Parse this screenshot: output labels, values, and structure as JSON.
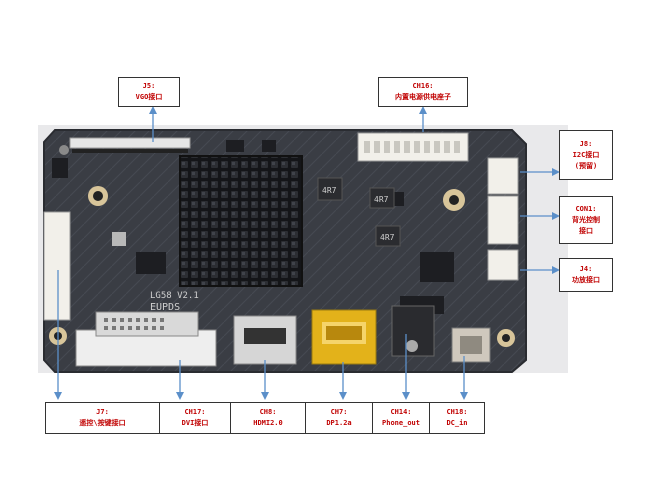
{
  "labels": {
    "j5": {
      "title": "J5:",
      "desc": "VGO接口"
    },
    "ch16": {
      "title": "CH16:",
      "desc": "内置电源供电座子"
    },
    "j8": {
      "title": "J8:",
      "desc": "I2C接口",
      "note": "(预留)"
    },
    "con1": {
      "title": "CON1:",
      "desc": "背光控制",
      "desc2": "接口"
    },
    "j4": {
      "title": "J4:",
      "desc": "功放接口"
    }
  },
  "bottom": [
    {
      "title": "J7:",
      "desc": "遥控\\按键接口"
    },
    {
      "title": "CH17:",
      "desc": "DVI接口"
    },
    {
      "title": "CH8:",
      "desc": "HDMI2.0"
    },
    {
      "title": "CH7:",
      "desc": "DP1.2a"
    },
    {
      "title": "CH14:",
      "desc": "Phone_out"
    },
    {
      "title": "CH18:",
      "desc": "DC_in"
    }
  ],
  "board": {
    "silkscreen_model": "LG58 V2.1",
    "silkscreen_brand": "EUPDS",
    "inductor": "4R7"
  },
  "colors": {
    "label_text": "#c00000",
    "arrow": "#5b8fc9",
    "pcb": "#3a3d44",
    "heatsink": "#1b1c20"
  }
}
